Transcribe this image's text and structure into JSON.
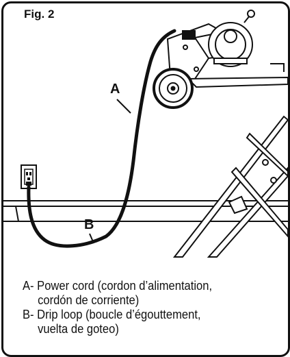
{
  "figure": {
    "title": "Fig. 2",
    "callouts": {
      "a": "A",
      "b": "B"
    },
    "legend": [
      {
        "key": "A-",
        "text": "Power cord (cordon d’alimentation,",
        "cont": "cordón de corriente)"
      },
      {
        "key": "B-",
        "text": "Drip loop (boucle d’égouttement,",
        "cont": "vuelta de goteo)"
      }
    ]
  }
}
